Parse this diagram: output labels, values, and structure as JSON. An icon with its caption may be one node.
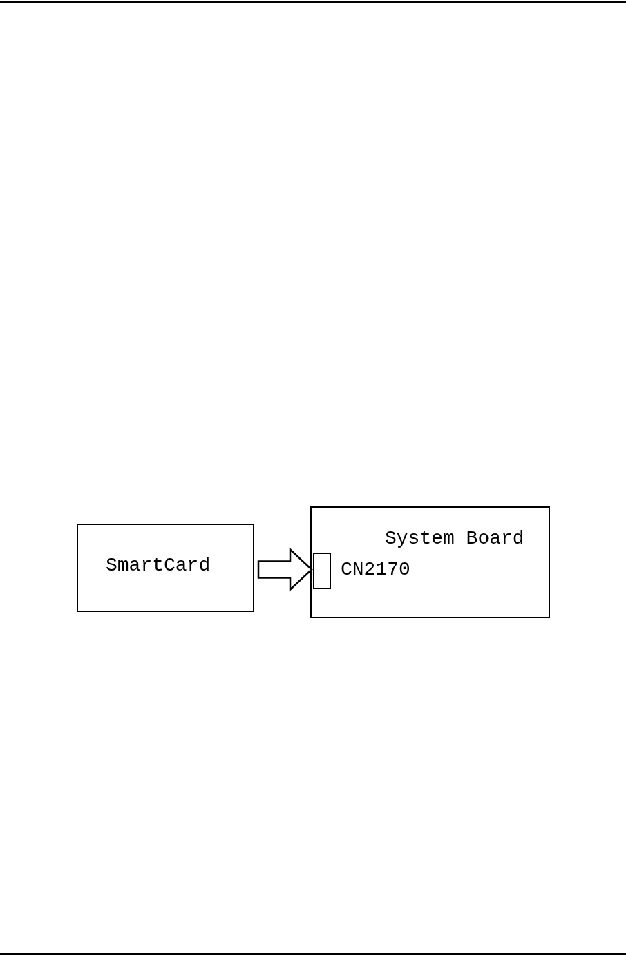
{
  "diagram": {
    "nodes": [
      {
        "text": [
          "SmartCard"
        ]
      },
      {
        "text": [
          "System Board"
        ]
      },
      {
        "text": [],
        "shape": "box",
        "in": 1,
        "beside": [
          "CN2170"
        ]
      }
    ],
    "edges": [
      {
        "from": 0,
        "to": 2,
        "arrow": "to",
        "style": "thick"
      }
    ]
  }
}
